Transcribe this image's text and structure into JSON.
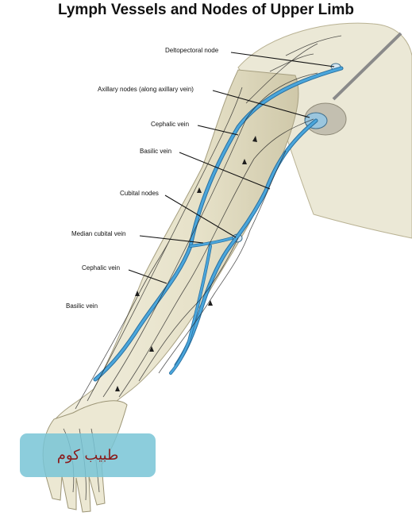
{
  "title": "Lymph Vessels and Nodes of Upper Limb",
  "labels": {
    "deltopectoral_node": "Deltopectoral node",
    "axillary_nodes": "Axillary nodes (along axillary vein)",
    "cephalic_vein_upper": "Cephalic vein",
    "basilic_vein_upper": "Basilic vein",
    "cubital_nodes": "Cubital nodes",
    "median_cubital_vein": "Median cubital vein",
    "cephalic_vein_lower": "Cephalic vein",
    "basilic_vein_lower": "Basilic vein"
  },
  "watermark": "طبيب كوم",
  "colors": {
    "vein": "#4aa6dc",
    "vein_edge": "#2a6f9e",
    "skin": "#ece8d3",
    "skin_shadow": "#c9c2a2",
    "lymph": "#1e1e1e",
    "watermark_bg": "#78c4d6"
  }
}
